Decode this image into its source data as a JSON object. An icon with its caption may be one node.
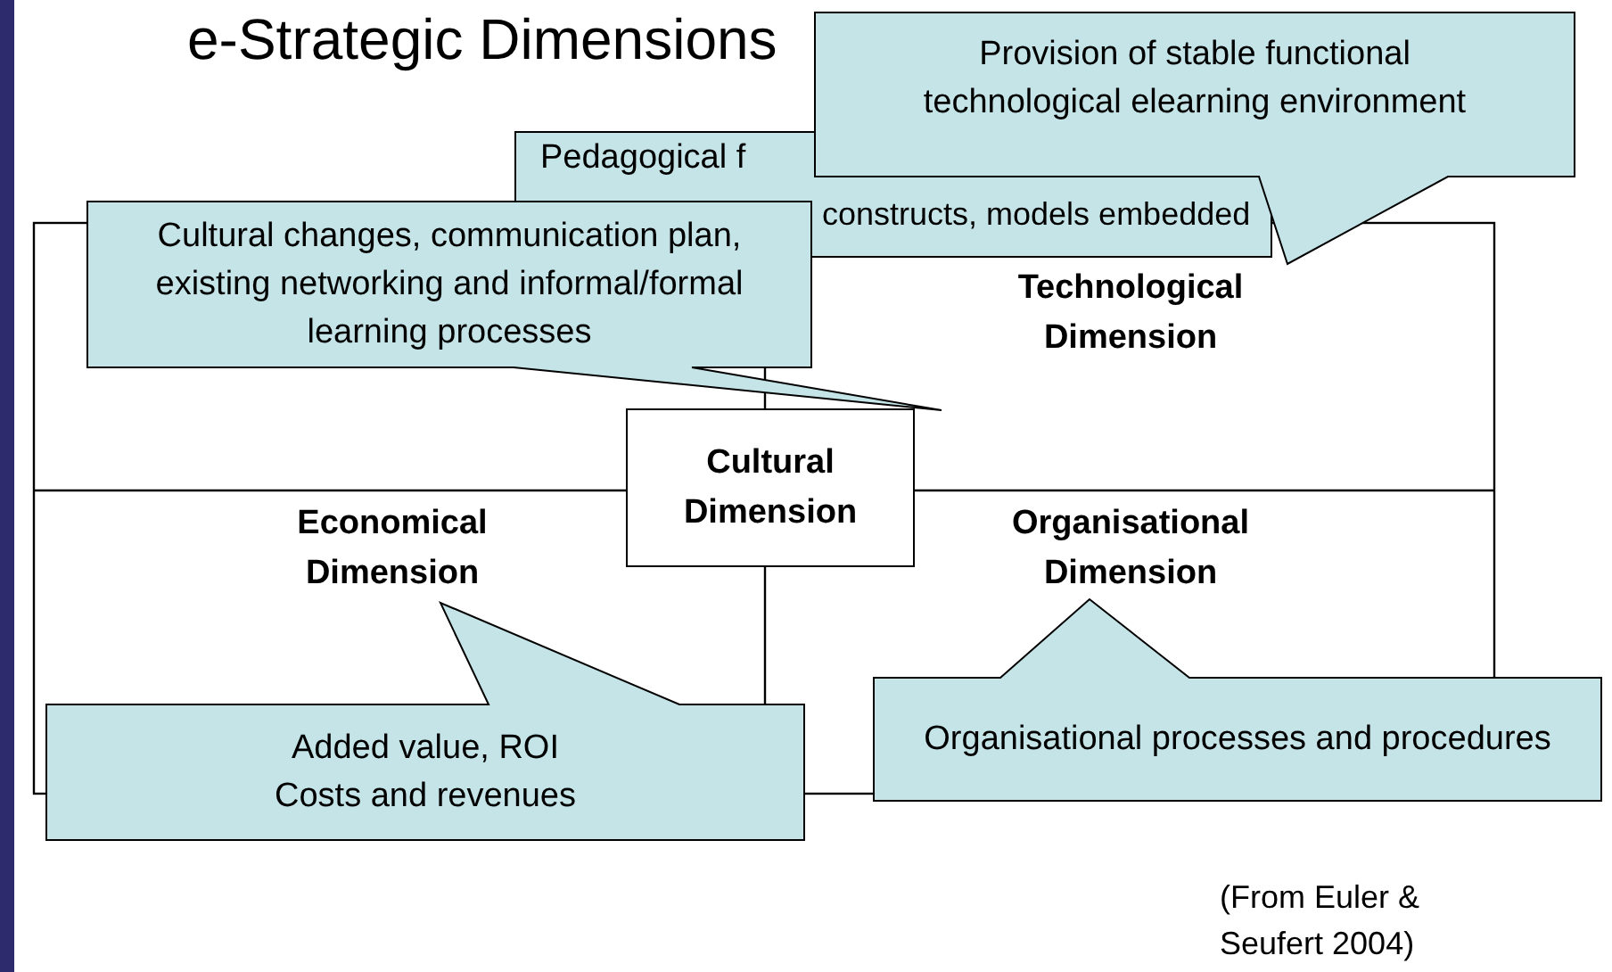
{
  "diagram": {
    "title": "e-Strategic Dimensions",
    "nodes": [
      {
        "text": [
          "Technological Dimension"
        ]
      },
      {
        "text": [
          "Economical Dimension"
        ]
      },
      {
        "text": [
          "Organisational Dimension"
        ]
      },
      {
        "text": [
          "Cultural Dimension"
        ]
      },
      {
        "text": [
          "Pedagogical f",
          "constructs, models embedded"
        ]
      },
      {
        "text": [
          "Provision of stable functional technological elearning environment"
        ]
      },
      {
        "text": [
          "Cultural changes, communication plan, existing networking and informal/formal learning processes"
        ]
      },
      {
        "text": [
          "Added value, ROI",
          "Costs and revenues"
        ]
      },
      {
        "text": [
          "Organisational processes and procedures"
        ]
      }
    ],
    "labels": [
      "(From Euler & Seufert 2004)"
    ]
  }
}
